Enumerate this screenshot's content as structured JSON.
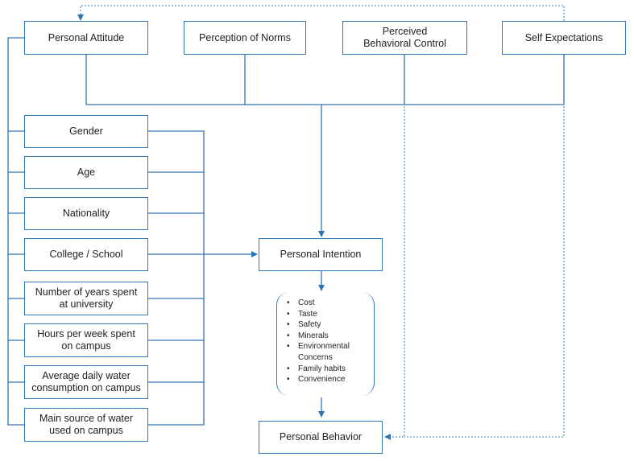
{
  "top_constructs": [
    {
      "label": "Personal Attitude"
    },
    {
      "label": "Perception of Norms"
    },
    {
      "label": "Perceived Behavioral Control"
    },
    {
      "label": "Self Expectations"
    }
  ],
  "demographics": [
    {
      "label": "Gender"
    },
    {
      "label": "Age"
    },
    {
      "label": "Nationality"
    },
    {
      "label": "College / School"
    },
    {
      "label": "Number of years spent at university"
    },
    {
      "label": "Hours per week spent on campus"
    },
    {
      "label": "Average daily water consumption on campus"
    },
    {
      "label": "Main source of water used on campus"
    }
  ],
  "intention": {
    "label": "Personal Intention"
  },
  "behavior": {
    "label": "Personal Behavior"
  },
  "factors": [
    "Cost",
    "Taste",
    "Safety",
    "Minerals",
    "Environmental Concerns",
    "Family habits",
    "Convenience"
  ],
  "colors": {
    "line": "#2e75b6",
    "text": "#1f1f1f",
    "background": "#ffffff"
  }
}
